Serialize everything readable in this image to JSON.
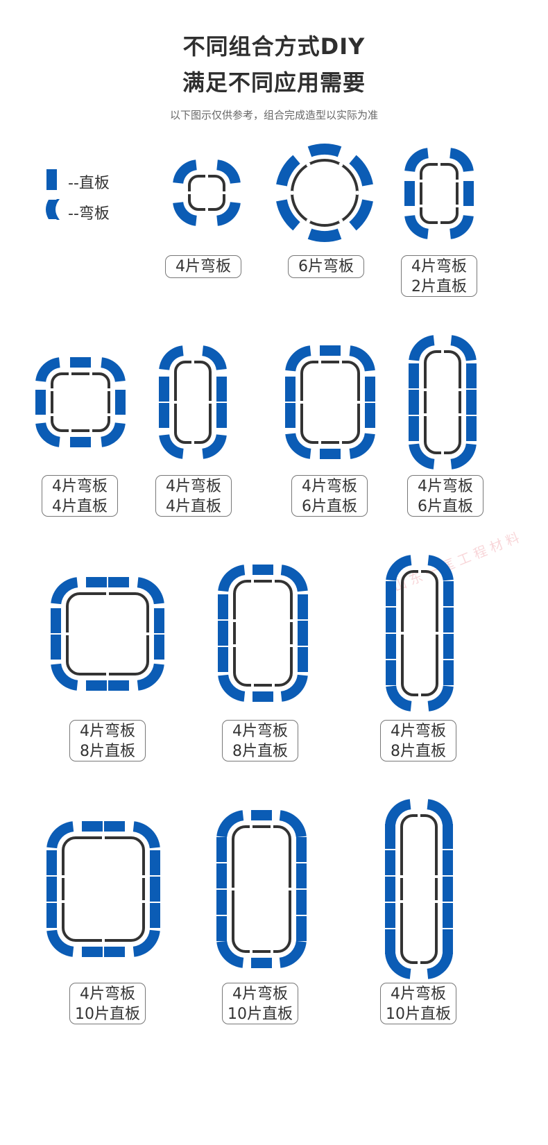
{
  "header": {
    "title_line1": "不同组合方式DIY",
    "title_line2": "满足不同应用需要",
    "subtitle": "以下图示仅供参考，组合完成造型以实际为准"
  },
  "legend": {
    "straight_label": "--直板",
    "curved_label": "--弯板"
  },
  "watermark": "山东一匡工程材料",
  "colors": {
    "panel": "#0b5cb5",
    "table": "#333333",
    "border": "#777777"
  },
  "layouts": [
    {
      "id": "r1c1",
      "curved": "4片弯板",
      "straight": ""
    },
    {
      "id": "r1c2",
      "curved": "6片弯板",
      "straight": ""
    },
    {
      "id": "r1c3",
      "curved": "4片弯板",
      "straight": "2片直板"
    },
    {
      "id": "r2c1",
      "curved": "4片弯板",
      "straight": "4片直板"
    },
    {
      "id": "r2c2",
      "curved": "4片弯板",
      "straight": "4片直板"
    },
    {
      "id": "r2c3",
      "curved": "4片弯板",
      "straight": "6片直板"
    },
    {
      "id": "r2c4",
      "curved": "4片弯板",
      "straight": "6片直板"
    },
    {
      "id": "r3c1",
      "curved": "4片弯板",
      "straight": "8片直板"
    },
    {
      "id": "r3c2",
      "curved": "4片弯板",
      "straight": "8片直板"
    },
    {
      "id": "r3c3",
      "curved": "4片弯板",
      "straight": "8片直板"
    },
    {
      "id": "r4c1",
      "curved": "4片弯板",
      "straight": "10片直板"
    },
    {
      "id": "r4c2",
      "curved": "4片弯板",
      "straight": "10片直板"
    },
    {
      "id": "r4c3",
      "curved": "4片弯板",
      "straight": "10片直板"
    }
  ]
}
